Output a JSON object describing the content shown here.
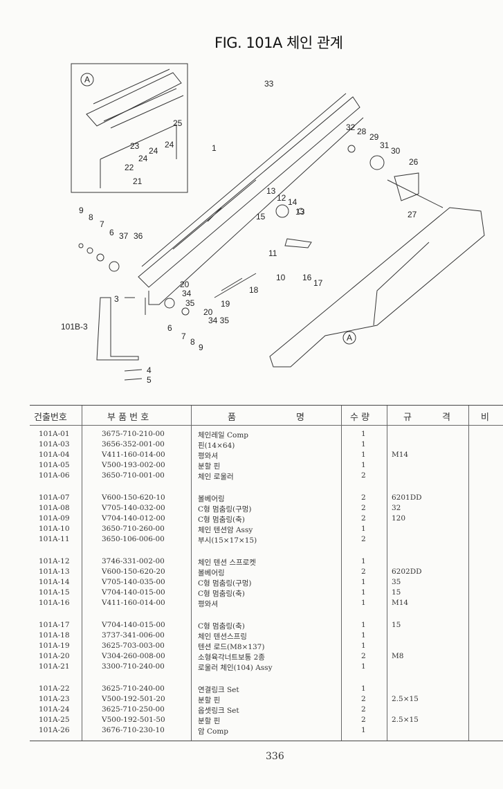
{
  "page": {
    "title": "FIG. 101A 체인 관계",
    "page_number": "336"
  },
  "diagram": {
    "callouts": {
      "c33": "33",
      "c32": "32",
      "c28": "28",
      "c29": "29",
      "c31": "31",
      "c30": "30",
      "c26": "26",
      "c27": "27",
      "c13a": "13",
      "c12": "12",
      "c14": "14",
      "c13b": "13",
      "c15": "15",
      "c11": "11",
      "c10": "10",
      "c16": "16",
      "c17": "17",
      "c18": "18",
      "c19": "19",
      "c20a": "20",
      "c34a": "34",
      "c35a": "35",
      "c20b": "20",
      "c3435": "34 35",
      "c9a": "9",
      "c8a": "8",
      "c7a": "7",
      "c6a": "6",
      "c37": "37",
      "c36": "36",
      "c3": "3",
      "c101b3": "101B-3",
      "c6b": "6",
      "c7b": "7",
      "c8b": "8",
      "c9b": "9",
      "c4": "4",
      "c5": "5",
      "c1": "1",
      "c23": "23",
      "c24a": "24",
      "c24b": "24",
      "c22": "22",
      "c21": "21",
      "c25": "25",
      "detailA1": "A",
      "detailA2": "A"
    }
  },
  "table": {
    "headers": {
      "item_no": "건출번호",
      "part_no": "부 품 번 호",
      "name": "품",
      "name2": "명",
      "qty": "수 량",
      "spec": "규",
      "spec2": "격",
      "remark": "비"
    },
    "groups": [
      [
        {
          "no": "101A-01",
          "part": "3675-710-210-00",
          "name": "체인레일 Comp",
          "qty": "1",
          "spec": ""
        },
        {
          "no": "101A-03",
          "part": "3656-352-001-00",
          "name": "핀(14×64)",
          "qty": "1",
          "spec": ""
        },
        {
          "no": "101A-04",
          "part": "V411-160-014-00",
          "name": "평와셔",
          "qty": "1",
          "spec": "M14"
        },
        {
          "no": "101A-05",
          "part": "V500-193-002-00",
          "name": "분할 핀",
          "qty": "1",
          "spec": ""
        },
        {
          "no": "101A-06",
          "part": "3650-710-001-00",
          "name": "체인 로울러",
          "qty": "2",
          "spec": ""
        }
      ],
      [
        {
          "no": "101A-07",
          "part": "V600-150-620-10",
          "name": "볼베어링",
          "qty": "2",
          "spec": "6201DD"
        },
        {
          "no": "101A-08",
          "part": "V705-140-032-00",
          "name": "C형 멈춤링(구멍)",
          "qty": "2",
          "spec": "32"
        },
        {
          "no": "101A-09",
          "part": "V704-140-012-00",
          "name": "C형 멈춤링(축)",
          "qty": "2",
          "spec": "120"
        },
        {
          "no": "101A-10",
          "part": "3650-710-260-00",
          "name": "체인 텐션암 Assy",
          "qty": "1",
          "spec": ""
        },
        {
          "no": "101A-11",
          "part": "3650-106-006-00",
          "name": "부시(15×17×15)",
          "qty": "2",
          "spec": ""
        }
      ],
      [
        {
          "no": "101A-12",
          "part": "3746-331-002-00",
          "name": "체인 텐션 스프로켓",
          "qty": "1",
          "spec": ""
        },
        {
          "no": "101A-13",
          "part": "V600-150-620-20",
          "name": "볼베어링",
          "qty": "2",
          "spec": "6202DD"
        },
        {
          "no": "101A-14",
          "part": "V705-140-035-00",
          "name": "C형 멈춤링(구멍)",
          "qty": "1",
          "spec": "35"
        },
        {
          "no": "101A-15",
          "part": "V704-140-015-00",
          "name": "C형 멈춤링(축)",
          "qty": "1",
          "spec": "15"
        },
        {
          "no": "101A-16",
          "part": "V411-160-014-00",
          "name": "평와셔",
          "qty": "1",
          "spec": "M14"
        }
      ],
      [
        {
          "no": "101A-17",
          "part": "V704-140-015-00",
          "name": "C형 멈춤링(축)",
          "qty": "1",
          "spec": "15"
        },
        {
          "no": "101A-18",
          "part": "3737-341-006-00",
          "name": "체인 텐션스프링",
          "qty": "1",
          "spec": ""
        },
        {
          "no": "101A-19",
          "part": "3625-703-003-00",
          "name": "텐션 로드(M8×137)",
          "qty": "1",
          "spec": ""
        },
        {
          "no": "101A-20",
          "part": "V304-260-008-00",
          "name": "소형육각너트보통 2종",
          "qty": "2",
          "spec": "M8"
        },
        {
          "no": "101A-21",
          "part": "3300-710-240-00",
          "name": "로울러 체인(104) Assy",
          "qty": "1",
          "spec": ""
        }
      ],
      [
        {
          "no": "101A-22",
          "part": "3625-710-240-00",
          "name": "연결링크 Set",
          "qty": "1",
          "spec": ""
        },
        {
          "no": "101A-23",
          "part": "V500-192-501-20",
          "name": "분할 핀",
          "qty": "2",
          "spec": "2.5×15"
        },
        {
          "no": "101A-24",
          "part": "3625-710-250-00",
          "name": "옵셋링크 Set",
          "qty": "2",
          "spec": ""
        },
        {
          "no": "101A-25",
          "part": "V500-192-501-50",
          "name": "분할 핀",
          "qty": "2",
          "spec": "2.5×15"
        },
        {
          "no": "101A-26",
          "part": "3676-710-230-10",
          "name": "암 Comp",
          "qty": "1",
          "spec": ""
        }
      ]
    ]
  }
}
